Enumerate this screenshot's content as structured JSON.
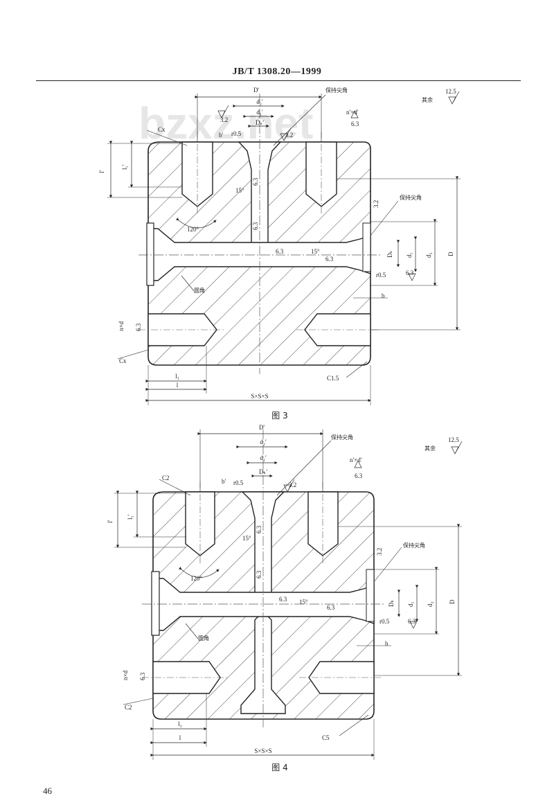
{
  "header": {
    "title": "JB/T 1308.20—1999"
  },
  "watermark": "bzxz.net",
  "page_number": "46",
  "figures": [
    {
      "caption": "图 3",
      "remaining_roughness_label": "其余",
      "remaining_roughness_value": "12.5",
      "labels": {
        "D_prime": "D'",
        "d2_prime": "d₂'",
        "d1_prime": "d₁'",
        "Dk_prime": "Dₖ'",
        "b_prime": "b'",
        "r05_top": "r0.5",
        "keep_sharp_top": "保持尖角",
        "thread_top": "n'×d'",
        "ra32_left": "3.2",
        "ra32_mid": "3.2",
        "ra63_top": "6.3",
        "ra32_right": "3.2",
        "l_prime": "l'",
        "l1_prime": "l₁'",
        "angle15_v": "15°",
        "ra63_v": "6.3",
        "ra63_v2": "6.3",
        "angle120": "120°",
        "keep_sharp_right": "保持尖角",
        "ra63_h": "6.3",
        "angle15_h": "15°",
        "ra63_h2": "6.3",
        "Dk": "Dₖ",
        "d1": "d₁",
        "d2": "d₂",
        "D": "D",
        "r05_right": "r0.5",
        "ra63_right": "6.3",
        "b": "b",
        "round_corner": "圆角",
        "thread_left": "n×d",
        "ra63_left": "6.3",
        "chamfer_left": "Cx",
        "chamfer_top": "Cx",
        "l1": "l₁",
        "l": "l",
        "chamfer_corner": "C1.5",
        "size": "S×S×S"
      }
    },
    {
      "caption": "图 4",
      "remaining_roughness_label": "其余",
      "remaining_roughness_value": "12.5",
      "labels": {
        "D_prime": "D'",
        "d2_prime": "d₂'",
        "d1_prime": "d₁'",
        "Dk_prime": "Dₖ'",
        "b_prime": "b'",
        "r05_top": "r0.5",
        "keep_sharp_top": "保持尖角",
        "thread_top": "n'×d'",
        "ra32_left": "",
        "ra32_mid": "3.2",
        "ra63_top": "6.3",
        "ra32_right": "3.2",
        "l_prime": "l'",
        "l1_prime": "l₁'",
        "angle15_v": "15°",
        "ra63_v": "6.3",
        "ra63_v2": "6.3",
        "angle120": "120°",
        "keep_sharp_right": "保持尖角",
        "ra63_h": "6.3",
        "angle15_h": "15°",
        "ra63_h2": "6.3",
        "Dk": "Dₖ",
        "d1": "d₁",
        "d2": "d₂",
        "D": "D",
        "r05_right": "r0.5",
        "ra63_right": "6.3",
        "b": "b",
        "round_corner": "圆角",
        "thread_left": "n×d",
        "ra63_left": "6.3",
        "chamfer_left": "C2",
        "chamfer_top": "C2",
        "l1": "l₁",
        "l": "l",
        "chamfer_corner": "C5",
        "size": "S×S×S"
      }
    }
  ]
}
